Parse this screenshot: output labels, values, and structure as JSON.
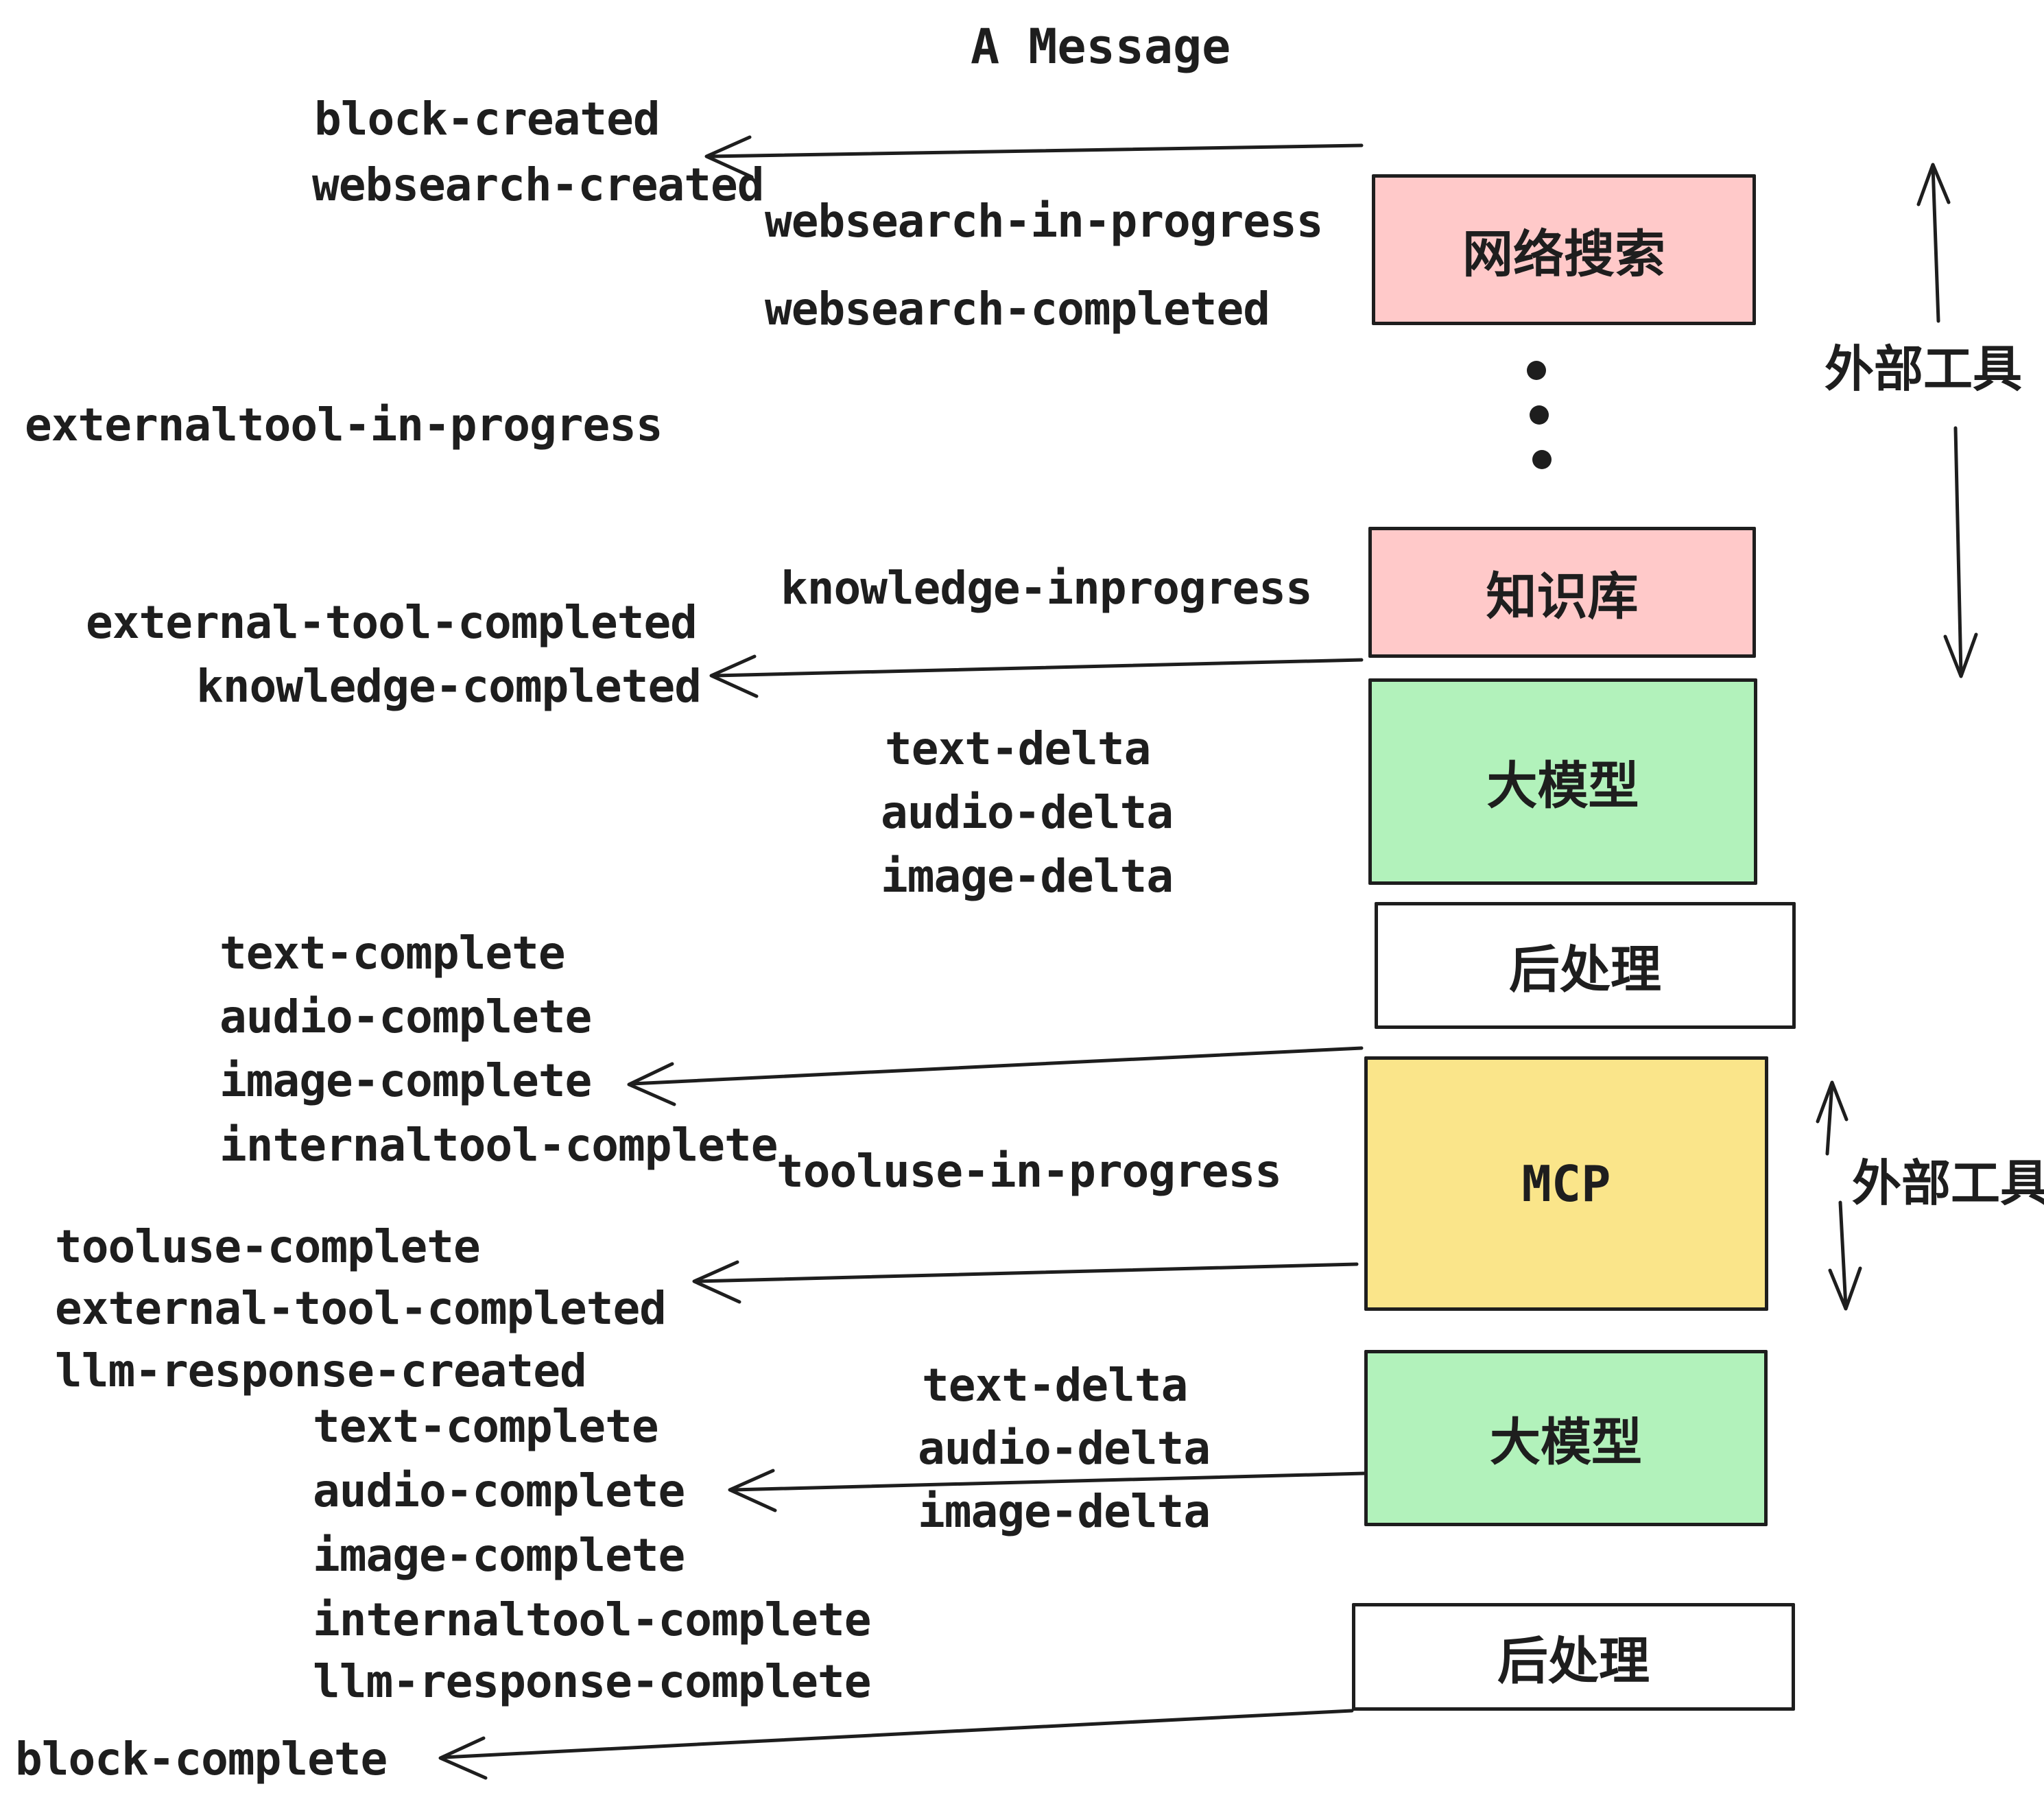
{
  "title": "A Message",
  "events": {
    "block_created": "block-created",
    "websearch_created": "websearch-created",
    "websearch_in_progress": "websearch-in-progress",
    "websearch_completed": "websearch-completed",
    "externaltool_in_progress": "externaltool-in-progress",
    "knowledge_inprogress": "knowledge-inprogress",
    "external_tool_completed": "external-tool-completed",
    "knowledge_completed": "knowledge-completed",
    "text_delta": "text-delta",
    "audio_delta": "audio-delta",
    "image_delta": "image-delta",
    "text_complete": "text-complete",
    "audio_complete": "audio-complete",
    "image_complete": "image-complete",
    "internaltool_complete": "internaltool-complete",
    "tooluse_in_progress": "tooluse-in-progress",
    "tooluse_complete": "tooluse-complete",
    "external_tool_completed_2": "external-tool-completed",
    "llm_response_created": "llm-response-created",
    "text_delta_2": "text-delta",
    "audio_delta_2": "audio-delta",
    "image_delta_2": "image-delta",
    "text_complete_2": "text-complete",
    "audio_complete_2": "audio-complete",
    "image_complete_2": "image-complete",
    "internaltool_complete_2": "internaltool-complete",
    "llm_response_complete": "llm-response-complete",
    "block_complete": "block-complete"
  },
  "boxes": [
    {
      "id": "websearch",
      "label": "网络搜索",
      "color": "#ffc9c9"
    },
    {
      "id": "knowledge",
      "label": "知识库",
      "color": "#ffc9c9"
    },
    {
      "id": "llm-1",
      "label": "大模型",
      "color": "#b2f2bb"
    },
    {
      "id": "postprocess-1",
      "label": "后处理",
      "color": "#ffffff"
    },
    {
      "id": "mcp",
      "label": "MCP",
      "color": "#fae58a"
    },
    {
      "id": "llm-2",
      "label": "大模型",
      "color": "#b2f2bb"
    },
    {
      "id": "postprocess-2",
      "label": "后处理",
      "color": "#ffffff"
    }
  ],
  "side_labels": {
    "external_tools_top": "外部工具",
    "external_tools_mcp": "外部工具"
  },
  "colors": {
    "ink": "#1e1e1e",
    "pink": "#ffc9c9",
    "green": "#b2f2bb",
    "yellow": "#fae58a",
    "white": "#ffffff"
  }
}
